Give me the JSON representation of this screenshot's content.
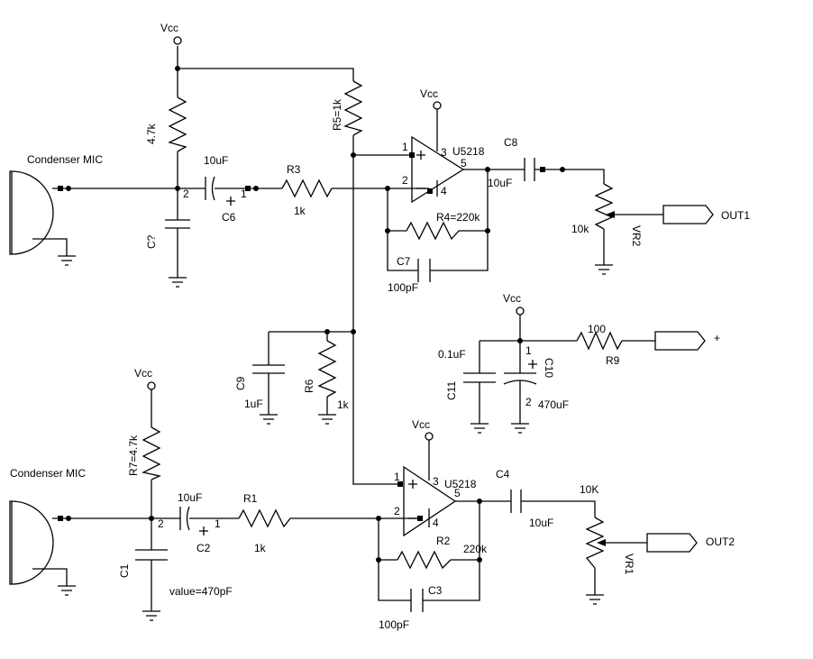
{
  "labels": {
    "vcc_top": "Vcc",
    "r5": "R5=1k",
    "vcc_u1": "Vcc",
    "r_4k7": "4.7k",
    "mic1": "Condenser MIC",
    "c6_val": "10uF",
    "r3": "R3",
    "u1_name": "U5218",
    "c8": "C8",
    "pin1_u1": "1",
    "pin3_u1": "3",
    "pin2_u1": "2",
    "pin5_u1": "5",
    "pin4_u1": "4",
    "c6_pin2": "2",
    "c6_pin1": "1",
    "c6": "C6",
    "r3_val": "1k",
    "c8_val": "10uF",
    "r4": "R4=220k",
    "vr2_val": "10k",
    "vr2": "VR2",
    "out1": "OUT1",
    "c_q": "C?",
    "c7": "C7",
    "c7_val": "100pF",
    "vcc_mid": "Vcc",
    "c11_val": "0.1uF",
    "c10_pin1": "1",
    "c10": "C10",
    "r9_val": "100",
    "plus": "+",
    "r9": "R9",
    "c11": "C11",
    "c10_pin2": "2",
    "c10_val": "470uF",
    "c9": "C9",
    "r6": "R6",
    "c9_val": "1uF",
    "r6_val": "1k",
    "vcc_low": "Vcc",
    "r7": "R7=4.7k",
    "vcc_u2": "Vcc",
    "mic2": "Condenser MIC",
    "c2_val": "10uF",
    "r1": "R1",
    "pin1_u2": "1",
    "pin3_u2": "3",
    "u2_name": "U5218",
    "c4": "C4",
    "vr1_val": "10K",
    "c2_pin2": "2",
    "c2_pin1": "1",
    "pin2_u2": "2",
    "pin5_u2": "5",
    "pin4_u2": "4",
    "c2": "C2",
    "r1_val": "1k",
    "c4_val": "10uF",
    "r2": "R2",
    "r2_val": "220k",
    "out2": "OUT2",
    "vr1": "VR1",
    "c1": "C1",
    "c1_val": "value=470pF",
    "c3": "C3",
    "c3_val": "100pF"
  }
}
